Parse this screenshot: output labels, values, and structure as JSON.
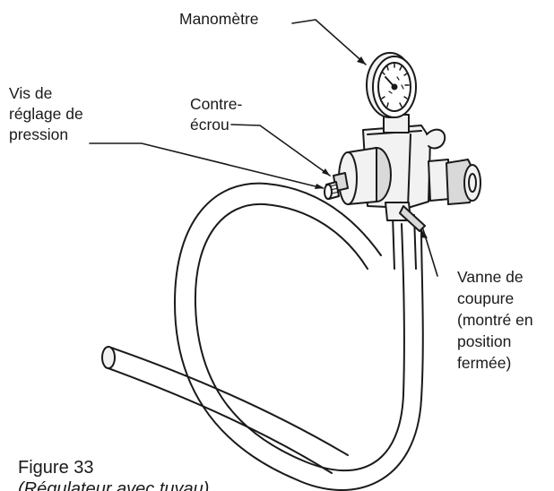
{
  "labels": {
    "manometre": "Manomètre",
    "vis_line1": "Vis de",
    "vis_line2": "réglage de",
    "vis_line3": "pression",
    "contre_line1": "Contre-",
    "contre_line2": "écrou",
    "vanne_line1": "Vanne de",
    "vanne_line2": "coupure",
    "vanne_line3": "(montré en",
    "vanne_line4": "position",
    "vanne_line5": "fermée)"
  },
  "figure": {
    "number": "Figure 33",
    "caption_partial": "(Régulateur avec tuyau)"
  },
  "colors": {
    "line": "#1a1a1a",
    "fill_light": "#f2f2f2",
    "fill_mid": "#d9d9d9"
  }
}
